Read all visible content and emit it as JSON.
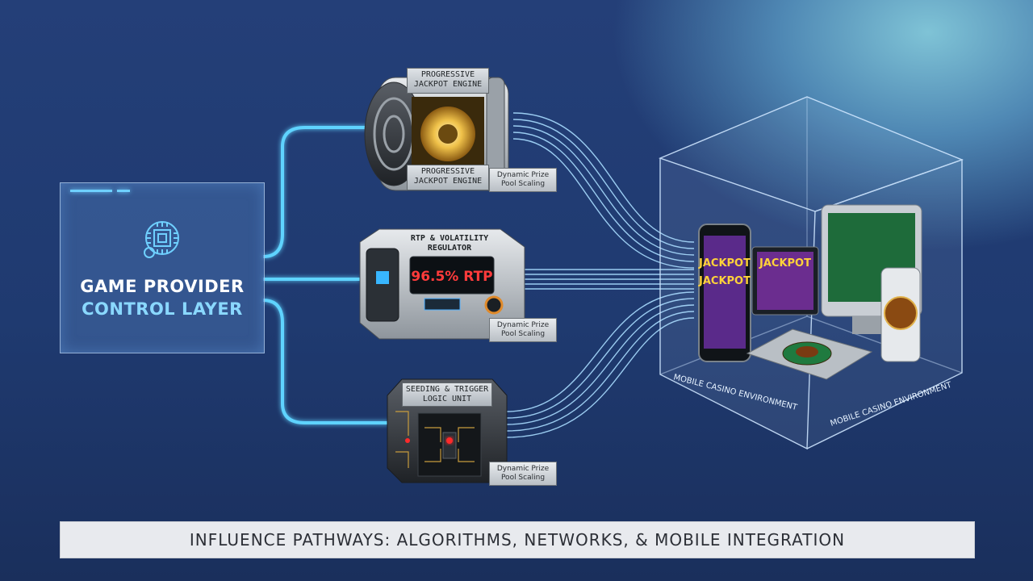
{
  "provider": {
    "line1": "GAME PROVIDER",
    "line2": "CONTROL LAYER"
  },
  "modules": {
    "jackpot": {
      "top_plate": "PROGRESSIVE\nJACKPOT ENGINE",
      "bottom_plate": "PROGRESSIVE\nJACKPOT ENGINE",
      "tag": "Dynamic Prize\nPool Scaling"
    },
    "rtp": {
      "title": "RTP & VOLATILITY\nREGULATOR",
      "display": "96.5% RTP",
      "tag": "Dynamic Prize\nPool Scaling"
    },
    "seeding": {
      "title": "SEEDING & TRIGGER\nLOGIC UNIT",
      "tag": "Dynamic Prize\nPool Scaling"
    }
  },
  "environment": {
    "label_left": "MOBILE CASINO ENVIRONMENT",
    "label_right": "MOBILE CASINO ENVIRONMENT",
    "screens": {
      "phone_label": "JACKPOT",
      "phone_label2": "JACKPOT",
      "tablet_label": "JACKPOT"
    }
  },
  "banner": "INFLUENCE PATHWAYS: ALGORITHMS, NETWORKS, & MOBILE INTEGRATION",
  "colors": {
    "glow_line": "#5fd3ff",
    "background_top": "#243f78",
    "background_bottom": "#1a2f5c"
  }
}
